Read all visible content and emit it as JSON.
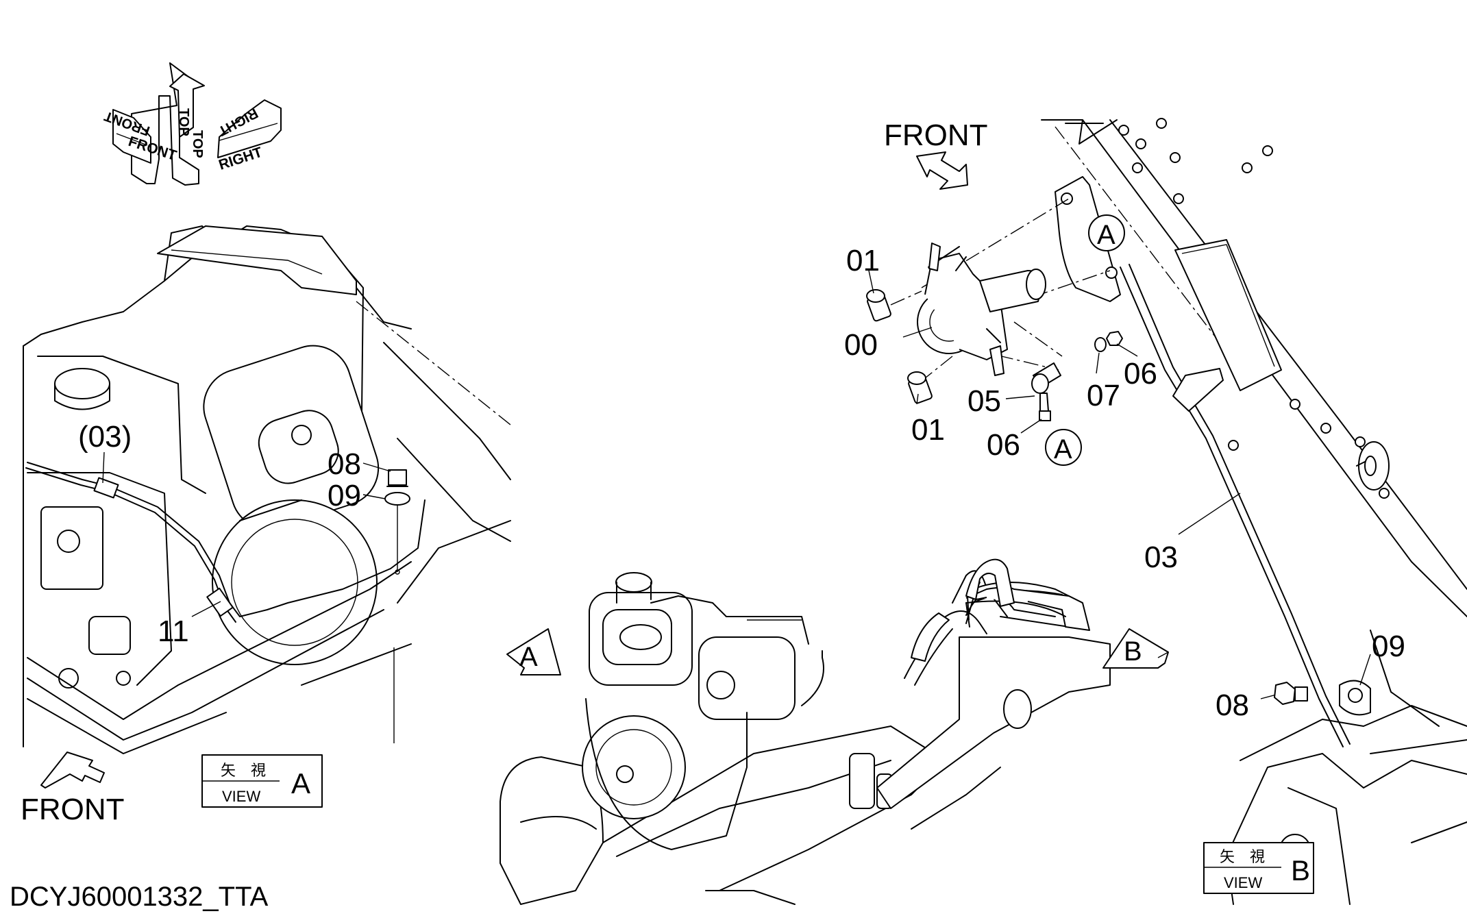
{
  "drawing_id": "DCYJ60001332_TTA",
  "orientation_icon": {
    "labels": [
      "TOP",
      "RIGHT",
      "FRONT",
      "TOP",
      "FRONT",
      "RIGHT"
    ]
  },
  "direction_labels": {
    "front_left": "FRONT",
    "front_right": "FRONT"
  },
  "view_markers": {
    "a": "A",
    "b": "B"
  },
  "view_boxes": {
    "a": {
      "kanji": "矢　視",
      "caption": "VIEW",
      "letter": "A"
    },
    "b": {
      "kanji": "矢　視",
      "caption": "VIEW",
      "letter": "B"
    }
  },
  "callouts": {
    "view_a": {
      "p03": "(03)",
      "p08": "08",
      "p09": "09",
      "p11": "11"
    },
    "view_b": {
      "p01_top": "01",
      "p00": "00",
      "p01_bottom": "01",
      "p05": "05",
      "p06_bottom": "06",
      "p07": "07",
      "p06_right": "06",
      "p03": "03",
      "p09": "09",
      "p08": "08",
      "circle_a_top": "A",
      "circle_a_bottom": "A"
    }
  }
}
